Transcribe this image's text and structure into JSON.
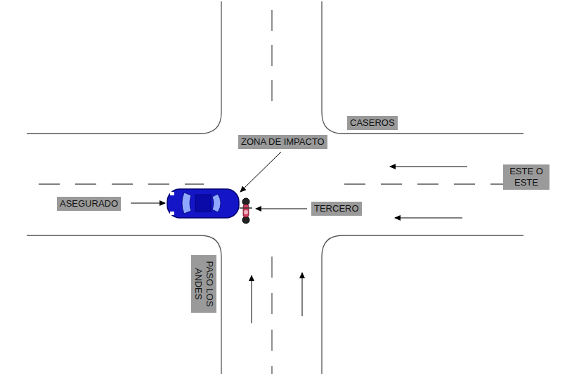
{
  "diagram": {
    "nodes": [
      {
        "text": [
          "CASEROS"
        ]
      },
      {
        "text": [
          "ZONA DE IMPACTO"
        ]
      },
      {
        "text": [
          "ESTE O ESTE"
        ]
      },
      {
        "text": [
          "ASEGURADO"
        ]
      },
      {
        "text": [
          "TERCERO"
        ]
      },
      {
        "text": [
          "PASO LOS ANDES"
        ]
      }
    ]
  }
}
